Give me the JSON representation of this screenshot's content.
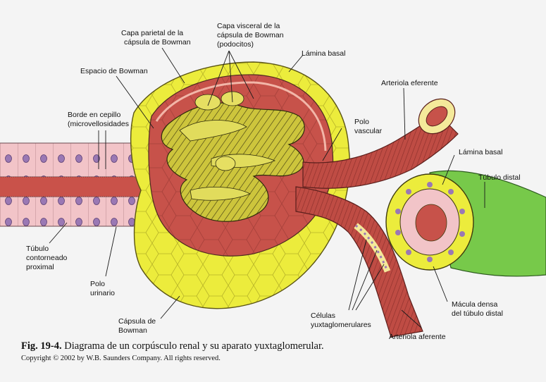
{
  "labels": {
    "capa_parietal": [
      "Capa parietal de la",
      "cápsula de Bowman"
    ],
    "capa_visceral": [
      "Capa visceral de la",
      "cápsula de Bowman",
      "(podocitos)"
    ],
    "lamina_basal_top": "Lámina basal",
    "espacio_bowman": "Espacio de Bowman",
    "arteriola_eferente": "Arteriola eferente",
    "borde_cepillo": [
      "Borde en cepillo",
      "(microvellosidades"
    ],
    "polo_vascular": [
      "Polo",
      "vascular"
    ],
    "lamina_basal_right": "Lámina basal",
    "tubulo_distal": "Túbulo distal",
    "tubulo_proximal": [
      "Túbulo",
      "contorneado",
      "proximal"
    ],
    "polo_urinario": [
      "Polo",
      "urinario"
    ],
    "macula_densa": [
      "Mácula densa",
      "del túbulo distal"
    ],
    "celulas_yuxta": [
      "Células",
      "yuxtaglomerulares"
    ],
    "capsula_bowman": [
      "Cápsula de",
      "Bowman"
    ],
    "arteriola_aferente": "Arteriola aferente"
  },
  "caption": {
    "fig_number": "Fig. 19-4.",
    "text": "Diagrama de un corpúsculo renal y su aparato yuxtaglomerular."
  },
  "copyright": "Copyright © 2002 by W.B. Saunders Company. All rights reserved.",
  "colors": {
    "background": "#f4f4f4",
    "capsule_yellow": "#ecec3c",
    "bowman_space": "#c8524a",
    "glomerulus": "#c9c23a",
    "arteriole": "#b8453e",
    "tubule_pink": "#f2c4c8",
    "distal_green": "#77c94a",
    "nucleus_purple": "#9a78b4"
  }
}
